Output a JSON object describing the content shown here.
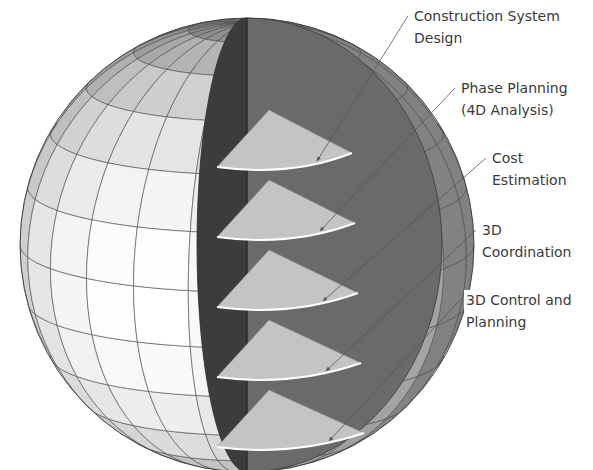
{
  "diagram": {
    "labels": [
      "Construction System Design",
      "Phase Planning (4D Analysis)",
      "Cost Estimation",
      "3D Coordination",
      "3D Control and Planning"
    ]
  }
}
